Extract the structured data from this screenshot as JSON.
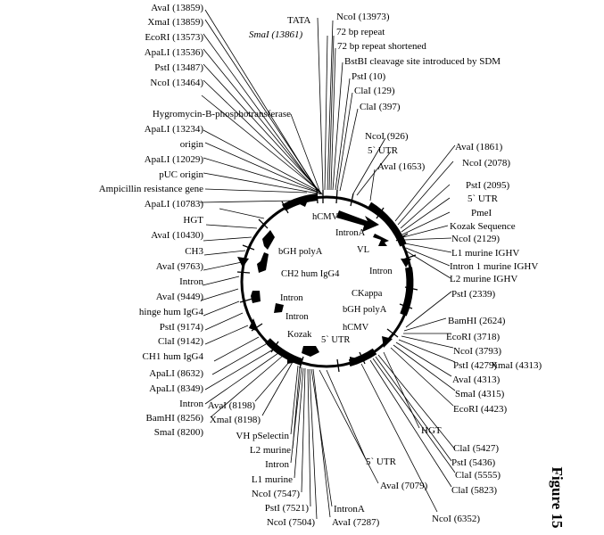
{
  "figure_label": "Figure 15",
  "labels": {
    "tata": "TATA",
    "smai_13861": "SmaI (13861)",
    "ncoi_13973": "NcoI (13973)",
    "bp72": "72 bp repeat",
    "bp72s": "72 bp repeat shortened",
    "bstbi": "BstBI cleavage site introduced by SDM",
    "psti_10": "PstI (10)",
    "clai_129": "ClaI (129)",
    "clai_397": "ClaI (397)",
    "avai_13859": "AvaI (13859)",
    "xmai_13859": "XmaI (13859)",
    "ecori_13573": "EcoRI (13573)",
    "apali_13536": "ApaLI (13536)",
    "psti_13487": "PstI (13487)",
    "ncoi_13464": "NcoI (13464)",
    "hygro": "Hygromycin-B-phosphotransferase",
    "apali_13234": "ApaLI (13234)",
    "origin": "origin",
    "apali_12029": "ApaLI (12029)",
    "puc_origin": "pUC origin",
    "amp": "Ampicillin resistance gene",
    "apali_10783": "ApaLI (10783)",
    "hgt_left": "HGT",
    "avai_10430": "AvaI (10430)",
    "ch3": "CH3",
    "avai_9763": "AvaI (9763)",
    "intron_left": "Intron",
    "avai_9449": "AvaI (9449)",
    "hinge": "hinge hum IgG4",
    "psti_9174": "PstI (9174)",
    "clai_9142": "ClaI (9142)",
    "ch1": "CH1 hum IgG4",
    "apali_8632": "ApaLI (8632)",
    "apali_8349": "ApaLI (8349)",
    "intron_bl": "Intron",
    "bamhi_8256": "BamHI (8256)",
    "smai_8200": "SmaI (8200)",
    "avai_8198": "AvaI (8198)",
    "xmai_8198": "XmaI (8198)",
    "vh_psel": "VH pSelectin",
    "l2_murine_b": "L2 murine",
    "intron_b": "Intron",
    "l1_murine_b": "L1 murine",
    "ncoi_7547": "NcoI (7547)",
    "psti_7521": "PstI (7521)",
    "ncoi_7504": "NcoI (7504)",
    "introna_b": "IntronA",
    "avai_7287": "AvaI (7287)",
    "avai_7079": "AvaI (7079)",
    "utr5_b": "5` UTR",
    "ncoi_6352": "NcoI (6352)",
    "clai_5823": "ClaI (5823)",
    "clai_5555": "ClaI (5555)",
    "psti_5436": "PstI (5436)",
    "clai_5427": "ClaI (5427)",
    "hgt_right": "HGT",
    "ecori_4423": "EcoRI (4423)",
    "smai_4315": "SmaI (4315)",
    "avai_4313": "AvaI (4313)",
    "xmai_4313": "XmaI (4313)",
    "psti_4279": "PstI (4279)",
    "ncoi_3793": "NcoI (3793)",
    "ecori_3718": "EcoRI (3718)",
    "bamhi_2624": "BamHI (2624)",
    "psti_2339": "PstI (2339)",
    "l2_igHV": "L2 murine IGHV",
    "intron1_igHV": "Intron 1 murine IGHV",
    "l1_igHV": "L1 murine IGHV",
    "ncoi_2129": "NcoI (2129)",
    "kozak_seq": "Kozak Sequence",
    "pmei": "PmeI",
    "utr5_r": "5` UTR",
    "psti_2095": "PstI (2095)",
    "ncoi_2078": "NcoI (2078)",
    "avai_1861": "AvaI (1861)",
    "avai_1653": "AvaI (1653)",
    "utr5_top": "5` UTR",
    "ncoi_926": "NcoI (926)"
  },
  "features": {
    "hcmv_top": "hCMV",
    "introna_top": "IntronA",
    "vl": "VL",
    "intron_r": "Intron",
    "ckappa": "CKappa",
    "bgh_r": "bGH polyA",
    "hcmv_r": "hCMV",
    "bgh_l": "bGH polyA",
    "ch2": "CH2 hum IgG4",
    "intron_in1": "Intron",
    "intron_in2": "Intron",
    "kozak": "Kozak",
    "utr5_in": "5` UTR"
  }
}
